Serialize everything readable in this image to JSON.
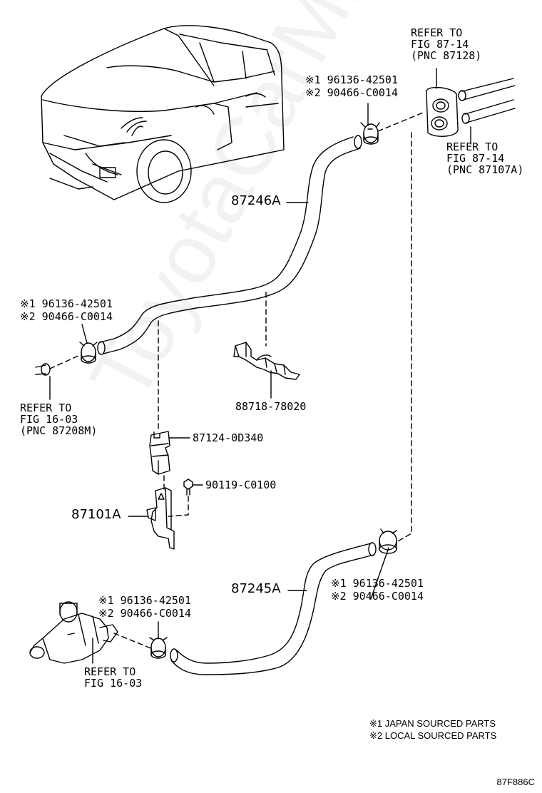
{
  "watermark": "ToyotaCarMine.ru",
  "labels": {
    "hose_upper": "87246A",
    "hose_lower": "87245A",
    "bracket": "87101A",
    "valve": "87124-0D340",
    "bolt": "90119-C0100",
    "clamp_bracket": "88718-78020"
  },
  "clamps": {
    "top": {
      "j": "※1 96136-42501",
      "l": "※2 90466-C0014"
    },
    "left": {
      "j": "※1 96136-42501",
      "l": "※2 90466-C0014"
    },
    "right": {
      "j": "※1 96136-42501",
      "l": "※2 90466-C0014"
    },
    "bottom": {
      "j": "※1 96136-42501",
      "l": "※2 90466-C0014"
    }
  },
  "refs": {
    "top": "REFER TO\nFIG 87-14\n(PNC 87128)",
    "right": "REFER TO\nFIG 87-14\n(PNC 87107A)",
    "left": "REFER TO\nFIG 16-03\n(PNC 87208M)",
    "bottom": "REFER TO\nFIG 16-03"
  },
  "notes": {
    "n1": "※1 JAPAN SOURCED PARTS",
    "n2": "※2 LOCAL SOURCED PARTS"
  },
  "figure_code": "87F886C"
}
